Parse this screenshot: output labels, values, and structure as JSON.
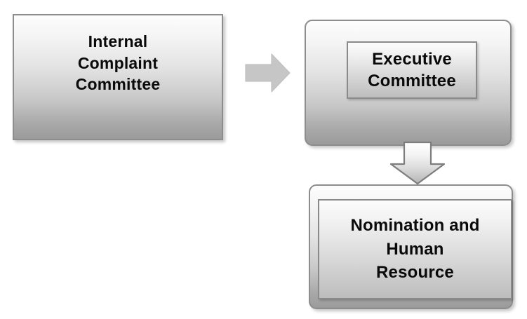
{
  "diagram": {
    "type": "flow-diagram",
    "background_color": "#ffffff",
    "nodes": [
      {
        "id": "internal-complaint-committee",
        "label": "Internal\nComplaint\nCommittee",
        "text_clipped": true,
        "shape": "rectangle",
        "has_inner_panel": false,
        "border_color": "#8d8d8d",
        "fill_top_color": "#fdfdfd",
        "fill_bottom_color": "#9b9b9b",
        "text_color": "#0a0a0a"
      },
      {
        "id": "executive-committee",
        "label": "Executive\nCommittee",
        "text_clipped": false,
        "shape": "rounded-rectangle",
        "has_inner_panel": true,
        "border_color": "#8d8d8d",
        "fill_top_color": "#fdfdfd",
        "fill_bottom_color": "#9b9b9b",
        "text_color": "#0a0a0a"
      },
      {
        "id": "nomination-and-human-resource",
        "label": "Nomination and\nHuman\nResource",
        "text_clipped": false,
        "shape": "rounded-rectangle",
        "has_inner_panel": true,
        "border_color": "#8d8d8d",
        "fill_top_color": "#fdfdfd",
        "fill_bottom_color": "#9b9b9b",
        "text_color": "#0a0a0a"
      }
    ],
    "connectors": [
      {
        "id": "arrow-right",
        "icon": "arrow-right-icon",
        "direction": "right",
        "from": "internal-complaint-committee",
        "to": "executive-committee",
        "fill_color": "#c6c6c6",
        "border_color": "#bdbdbd",
        "style": "flat"
      },
      {
        "id": "arrow-down",
        "icon": "arrow-down-icon",
        "direction": "down",
        "from": "executive-committee",
        "to": "nomination-and-human-resource",
        "fill_color": "#f0f0f0",
        "border_color": "#7d7d7d",
        "style": "gradient-outlined"
      }
    ]
  }
}
